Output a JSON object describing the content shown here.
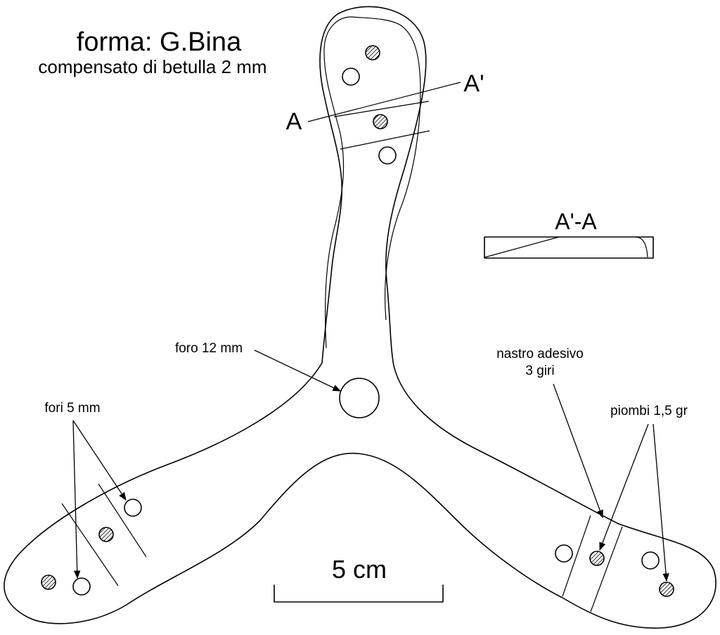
{
  "title": "forma: G.Bina",
  "subtitle": "compensato di betulla 2 mm",
  "section": {
    "start_label": "A",
    "end_label": "A'",
    "view_title": "A'-A"
  },
  "annotations": {
    "center_hole": "foro 12 mm",
    "holes": "fori 5 mm",
    "tape_line1": "nastro adesivo",
    "tape_line2": "3 giri",
    "weights": "piombi 1,5 gr"
  },
  "scale_bar": {
    "label": "5 cm"
  },
  "colors": {
    "line": "#000000",
    "background": "#ffffff"
  }
}
